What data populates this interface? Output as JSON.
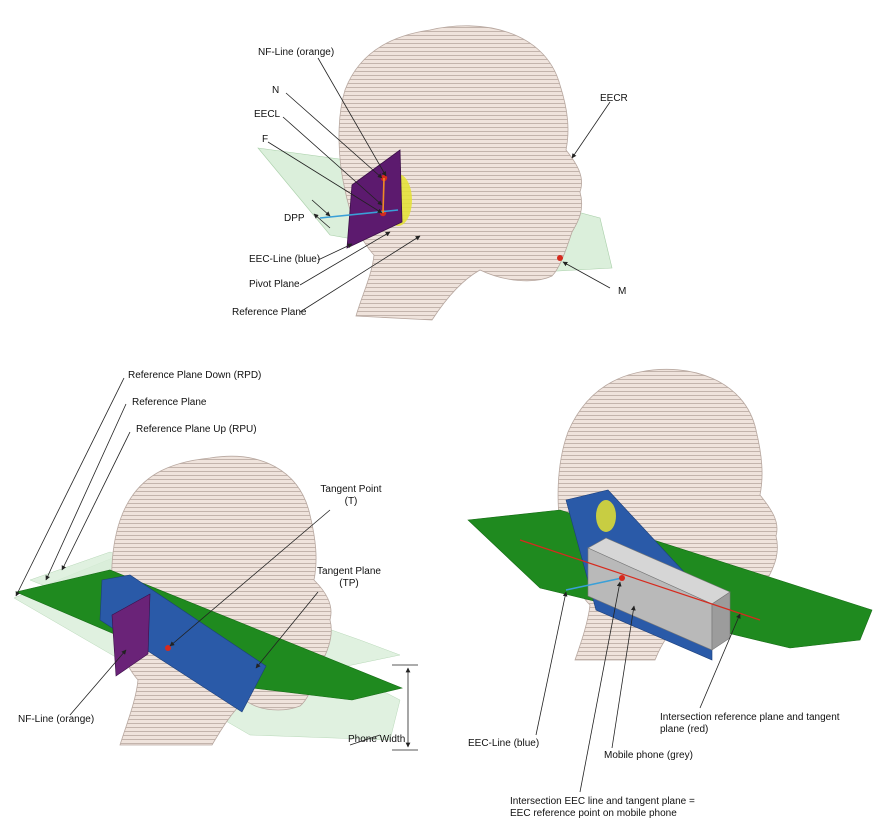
{
  "top_panel": {
    "nf_line": "NF-Line (orange)",
    "n": "N",
    "eecl": "EECL",
    "f": "F",
    "eecr": "EECR",
    "dpp": "DPP",
    "eec_line": "EEC-Line (blue)",
    "pivot_plane": "Pivot Plane",
    "reference_plane": "Reference Plane",
    "m": "M"
  },
  "left_panel": {
    "rpd": "Reference Plane Down (RPD)",
    "reference_plane": "Reference Plane",
    "rpu": "Reference Plane Up (RPU)",
    "tangent_point": "Tangent Point",
    "tangent_point_abbr": "(T)",
    "tangent_plane": "Tangent Plane",
    "tangent_plane_abbr": "(TP)",
    "nf_line": "NF-Line (orange)",
    "phone_width": "Phone Width"
  },
  "right_panel": {
    "eec_line": "EEC-Line (blue)",
    "mobile_phone": "Mobile phone (grey)",
    "intersection_ref_tangent": "Intersection reference plane and tangent plane (red)",
    "intersection_eec_1": "Intersection EEC line and tangent plane =",
    "intersection_eec_2": "EEC reference point on mobile phone"
  },
  "colors": {
    "head_fill": "#efe3dc",
    "head_stripe": "#b8a8a0",
    "reference_plane_green": "#1f8a1f",
    "light_green_plane": "#cfe9cf",
    "tangent_plane_blue": "#2a5aa8",
    "pivot_plane_purple": "#5c1a6e",
    "phone_grey": "#b9b9b9",
    "marker_red": "#d62a1e",
    "marker_yellow": "#e6e21e",
    "eec_line_blue": "#3aa0d8"
  }
}
